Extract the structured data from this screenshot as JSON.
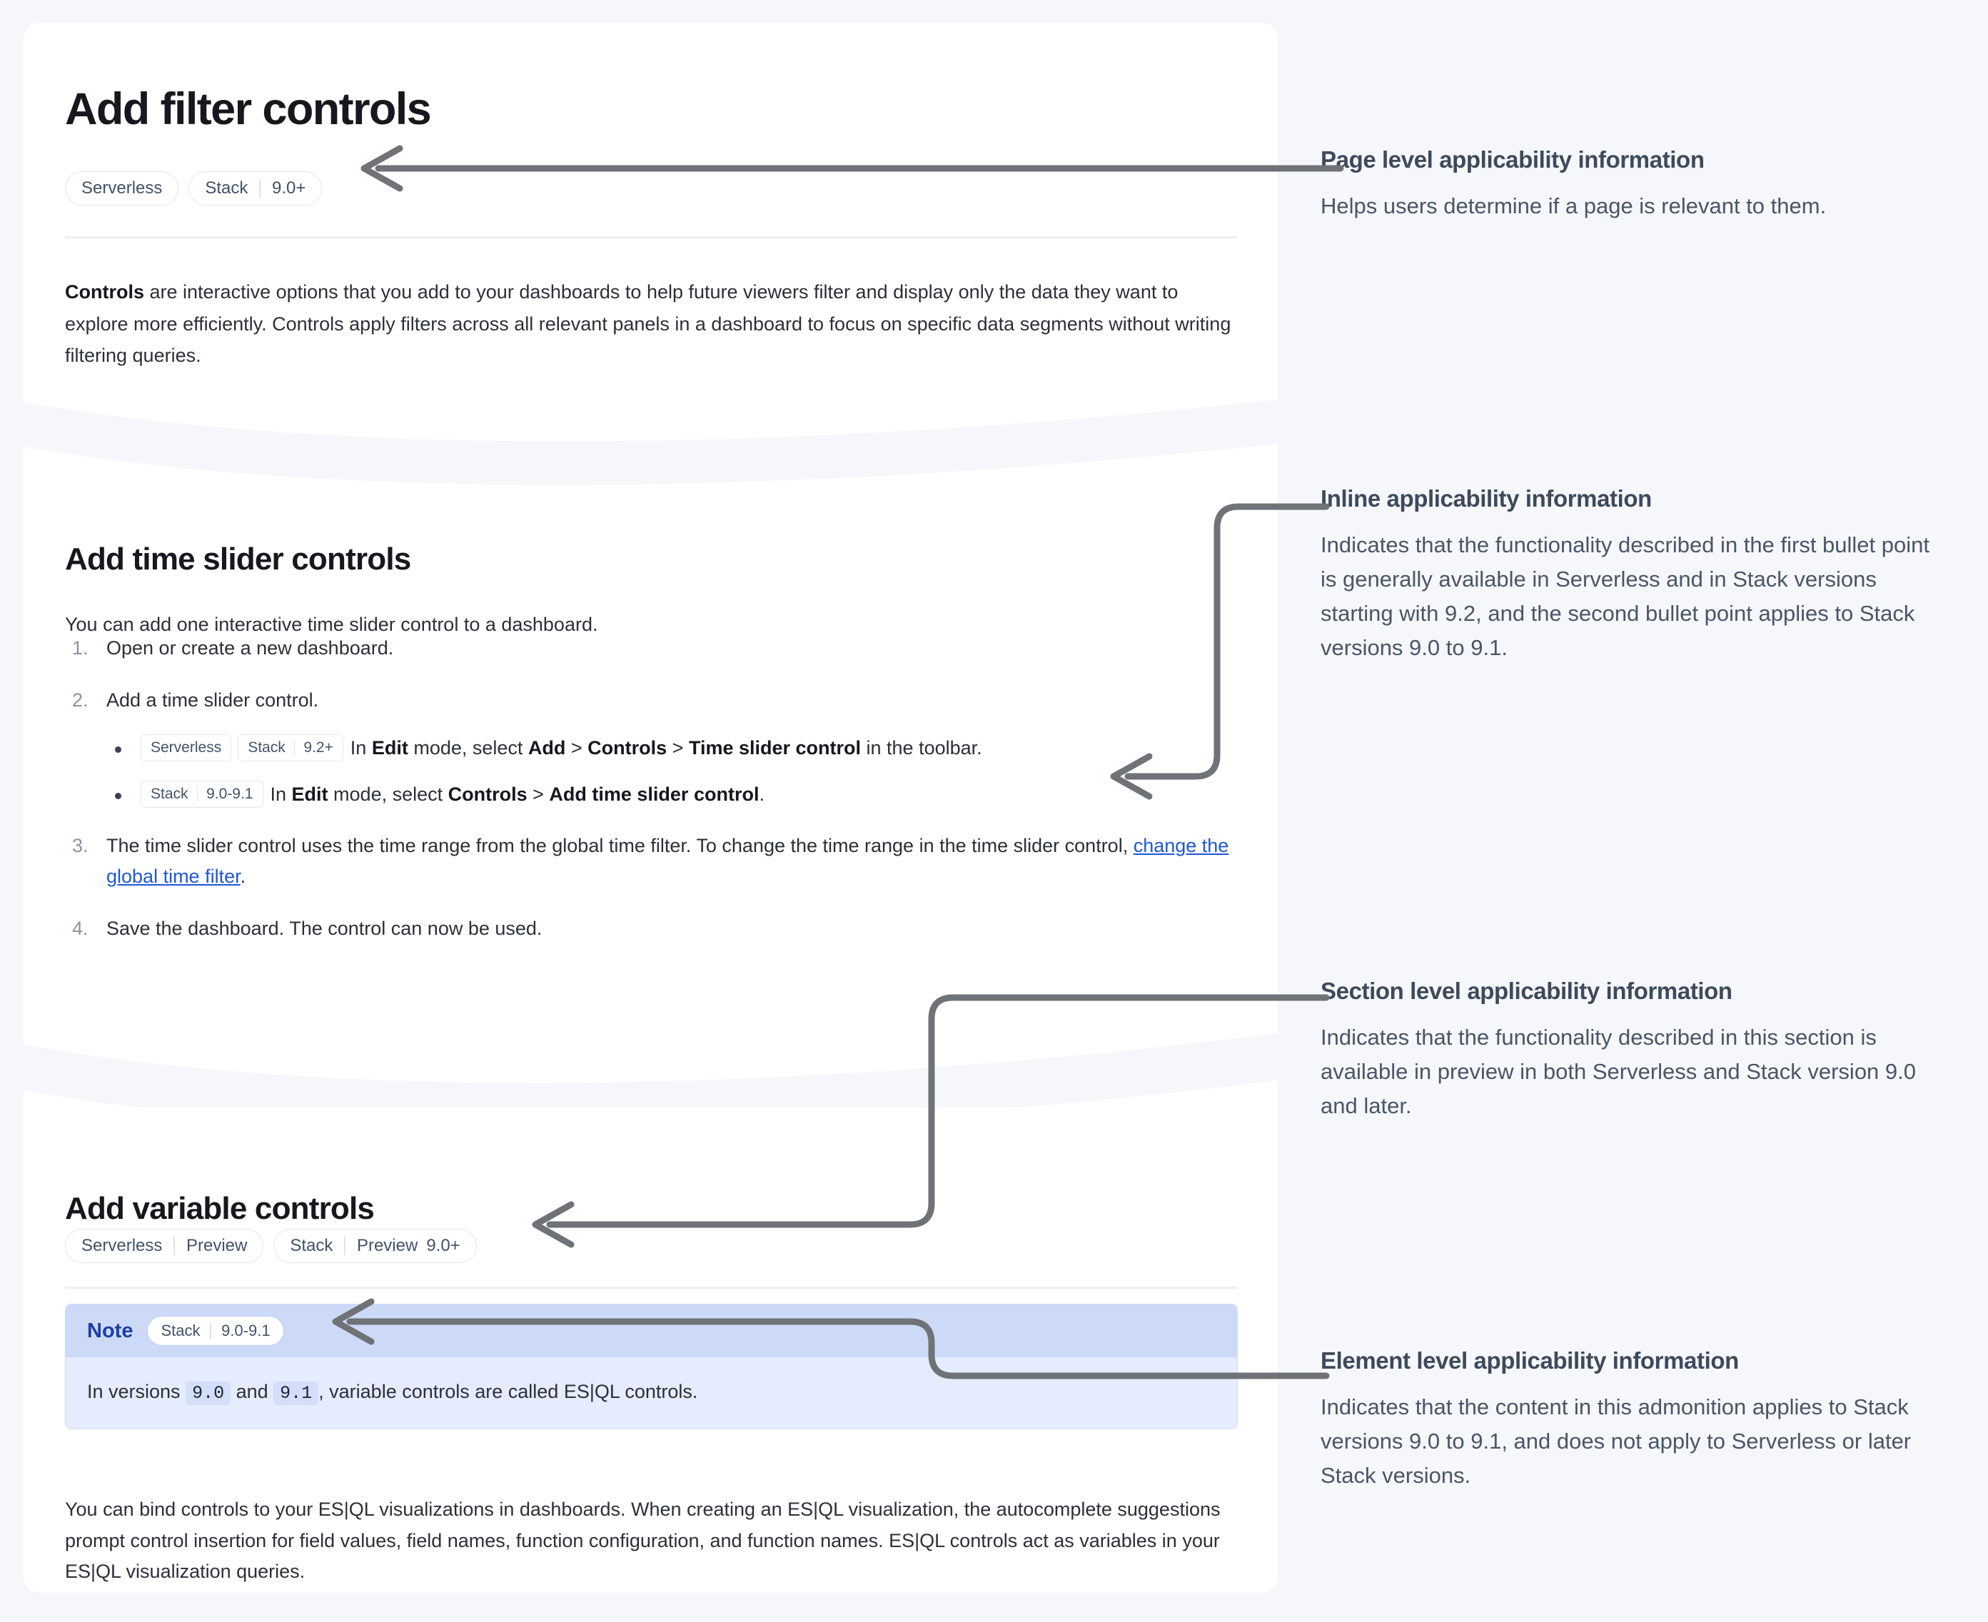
{
  "page": {
    "title": "Add filter controls",
    "badges": [
      {
        "name": "Serverless"
      },
      {
        "name": "Stack",
        "version": "9.0+"
      }
    ],
    "intro": {
      "lead": "Controls",
      "rest": " are interactive options that you add to your dashboards to help future viewers filter and display only the data they want to explore more efficiently. Controls apply filters across all relevant panels in a dashboard to focus on specific data segments without writing filtering queries."
    }
  },
  "time_slider_section": {
    "heading": "Add time slider controls",
    "lead": "You can add one interactive time slider control to a dashboard.",
    "steps": [
      {
        "num": "1.",
        "text": "Open or create a new dashboard."
      },
      {
        "num": "2.",
        "text": "Add a time slider control."
      },
      {
        "num": "3.",
        "text": "The time slider control uses the time range from the global time filter. To change the time range in the time slider control, ",
        "link": "change the global time filter",
        "tail": "."
      },
      {
        "num": "4.",
        "text": "Save the dashboard. The control can now be used."
      }
    ],
    "bullets": [
      {
        "chips": [
          {
            "name": "Serverless"
          },
          {
            "name": "Stack",
            "version": "9.2+"
          }
        ],
        "prefix": "In ",
        "b1": "Edit",
        "mid1": " mode, select ",
        "b2": "Add",
        "mid2": " > ",
        "b3": "Controls",
        "mid3": " > ",
        "b4": "Time slider control",
        "tail": " in the toolbar."
      },
      {
        "chips": [
          {
            "name": "Stack",
            "version": "9.0-9.1"
          }
        ],
        "prefix": "In ",
        "b1": "Edit",
        "mid1": " mode, select ",
        "b2": "Controls",
        "mid2": " > ",
        "b3": "Add time slider control",
        "mid3": "",
        "b4": "",
        "tail": "."
      }
    ]
  },
  "variable_section": {
    "heading": "Add variable controls",
    "badges": [
      {
        "name": "Serverless",
        "version": "Preview"
      },
      {
        "name": "Stack",
        "version": "Preview",
        "version2": "9.0+"
      }
    ],
    "note": {
      "label": "Note",
      "badge": {
        "name": "Stack",
        "version": "9.0-9.1"
      },
      "body_before": "In versions ",
      "code1": "9.0",
      "body_mid": " and ",
      "code2": "9.1",
      "body_after": ", variable controls are called ES|QL controls."
    },
    "paragraph": "You can bind controls to your ES|QL visualizations in dashboards. When creating an ES|QL visualization, the autocomplete suggestions prompt control insertion for field values, field names, function configuration, and function names. ES|QL controls act as variables in your ES|QL visualization queries."
  },
  "annotations": [
    {
      "id": "page",
      "title": "Page level applicability information",
      "body": "Helps users determine if a page is relevant to them."
    },
    {
      "id": "inline",
      "title": "Inline applicability information",
      "body": "Indicates that the functionality described in the first bullet point is generally available in Serverless and in Stack versions starting with 9.2, and the second bullet point applies to Stack versions 9.0 to 9.1."
    },
    {
      "id": "section",
      "title": "Section level applicability information",
      "body": "Indicates that the functionality described in this section is available in preview in both Serverless and Stack version 9.0 and later."
    },
    {
      "id": "element",
      "title": "Element level applicability information",
      "body": "Indicates that the content in this admonition applies to Stack versions 9.0 to 9.1, and does not apply to Serverless or later Stack versions."
    }
  ],
  "colors": {
    "background": "#f6f7fb",
    "card": "#ffffff",
    "connector": "#6f7276",
    "link": "#1f57d6",
    "note_header": "#ccdaf8",
    "note_body": "#e4ecfd",
    "note_label": "#1b3fa8",
    "annotation_title": "#3e4a5c",
    "annotation_body": "#4a5568"
  }
}
